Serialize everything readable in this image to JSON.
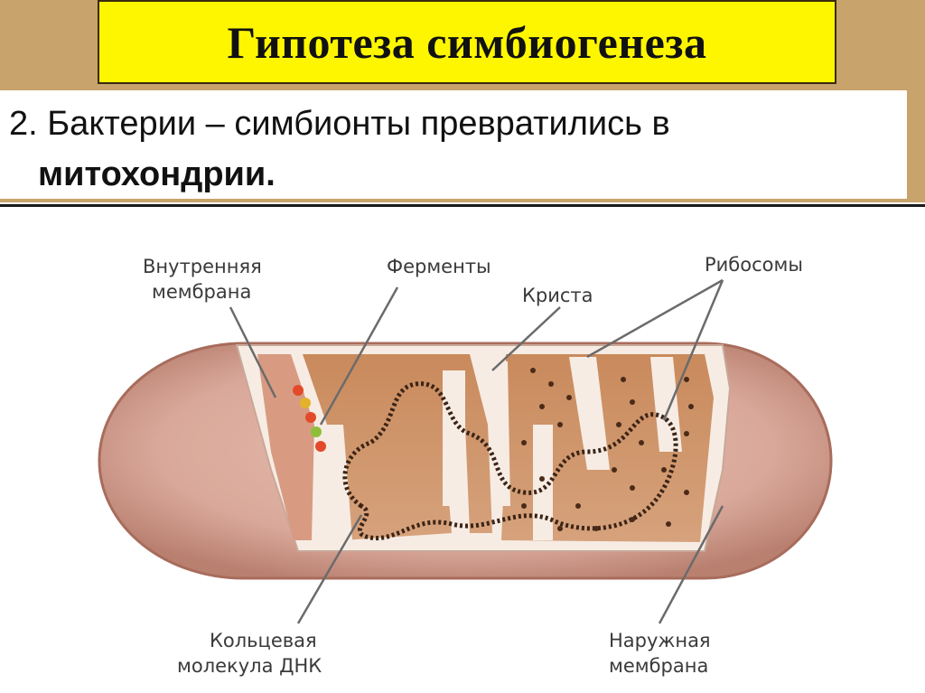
{
  "slide": {
    "title": "Гипотеза симбиогенеза",
    "line1": "2. Бактерии – симбионты превратились в",
    "line2": "митохондрии."
  },
  "diagram": {
    "labels": {
      "inner_membrane_1": "Внутренняя",
      "inner_membrane_2": "мембрана",
      "enzymes": "Ферменты",
      "crista": "Криста",
      "ribosomes": "Рибосомы",
      "dna_1": "Кольцевая",
      "dna_2": "молекула ДНК",
      "outer_membrane_1": "Наружная",
      "outer_membrane_2": "мембрана"
    },
    "colors": {
      "outer": "#d9a89a",
      "matrix": "#c78a5f",
      "membrane": "#f6ece4",
      "title_bg": "#fdf600",
      "accent": "#c8a36b"
    }
  }
}
